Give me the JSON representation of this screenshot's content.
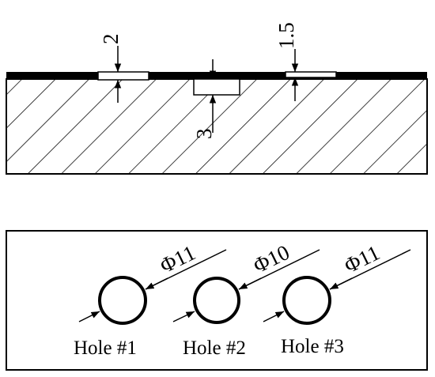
{
  "section_view": {
    "depth_labels": {
      "hole1": "2",
      "hole2": "3",
      "hole3": "1.5"
    }
  },
  "plan_view": {
    "holes": [
      {
        "diameter_label": "Φ11",
        "name": "Hole #1"
      },
      {
        "diameter_label": "Φ10",
        "name": "Hole #2"
      },
      {
        "diameter_label": "Φ11",
        "name": "Hole #3"
      }
    ]
  },
  "colors": {
    "line": "#000000",
    "background": "#ffffff"
  }
}
